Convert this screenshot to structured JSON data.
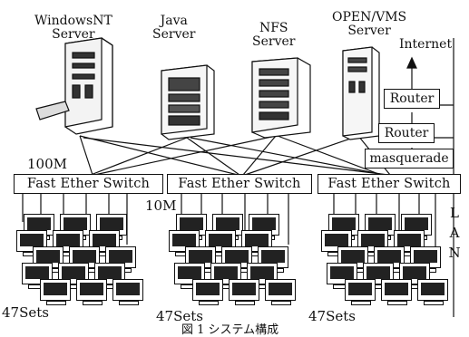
{
  "servers": [
    {
      "label_line1": "WindowsNT",
      "label_line2": "Server"
    },
    {
      "label_line1": "Java",
      "label_line2": "Server"
    },
    {
      "label_line1": "NFS",
      "label_line2": "Server"
    },
    {
      "label_line1": "OPEN/VMS",
      "label_line2": "Server"
    }
  ],
  "network": {
    "internet": "Internet",
    "router_top": "Router",
    "router_bottom": "Router",
    "masquerade": "masquerade",
    "speed_backbone": "100M",
    "speed_client": "10M",
    "lan_letters": [
      "L",
      "A",
      "N"
    ]
  },
  "switches": [
    {
      "label": "Fast Ether Switch"
    },
    {
      "label": "Fast Ether Switch"
    },
    {
      "label": "Fast Ether Switch"
    }
  ],
  "client_groups": [
    {
      "count_label": "47Sets"
    },
    {
      "count_label": "47Sets"
    },
    {
      "count_label": "47Sets"
    }
  ],
  "caption": "図 1 システム構成",
  "colors": {
    "ink": "#111111",
    "paper": "#ffffff"
  }
}
